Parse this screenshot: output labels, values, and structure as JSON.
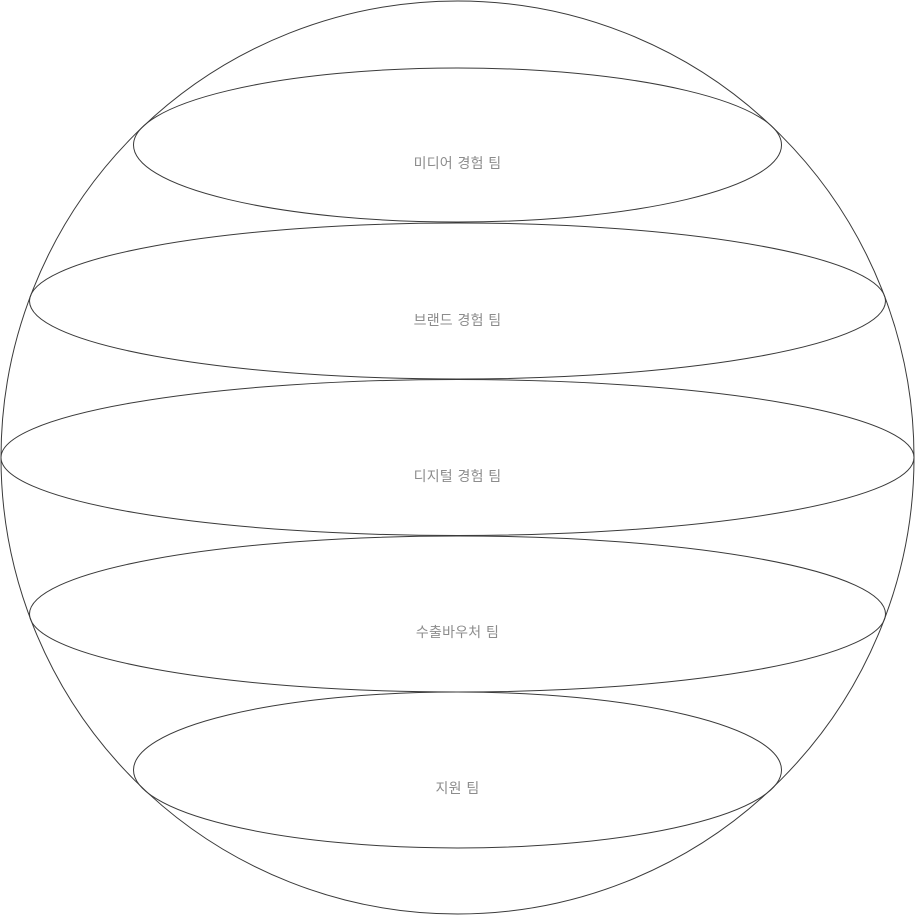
{
  "diagram": {
    "teams": [
      {
        "name": "미디어 경험 팀"
      },
      {
        "name": "브랜드 경험 팀"
      },
      {
        "name": "디지털 경험 팀"
      },
      {
        "name": "수출바우처 팀"
      },
      {
        "name": "지원 팀"
      }
    ]
  },
  "colors": {
    "stroke": "#3a3a3a",
    "label": "#8c8c8c",
    "background": "#ffffff"
  }
}
